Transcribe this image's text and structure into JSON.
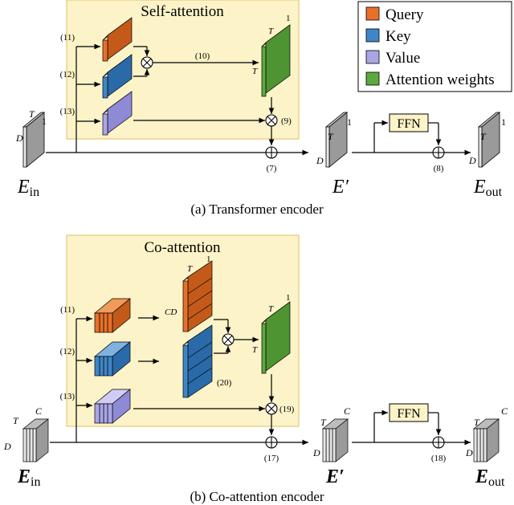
{
  "legend": {
    "items": [
      {
        "label": "Query",
        "color": "#e8702a"
      },
      {
        "label": "Key",
        "color": "#3f86c8"
      },
      {
        "label": "Value",
        "color": "#a9a6e6"
      },
      {
        "label": "Attention weights",
        "color": "#5da83f"
      }
    ]
  },
  "colors": {
    "panel_fill": "#fdf3c8",
    "panel_border": "#e7c77a",
    "grey_block": "#bdbdbd",
    "ffn_fill": "#fdf3c8"
  },
  "top": {
    "panel_title": "Self-attention",
    "eq_q": "(11)",
    "eq_k": "(12)",
    "eq_v": "(13)",
    "eq_qk": "(10)",
    "eq_av": "(9)",
    "eq_res": "(7)",
    "eq_ffn": "(8)",
    "ffn": "FFN",
    "caption": "(a) Transformer encoder",
    "in_D": "D",
    "in_T": "T",
    "in_1": "1",
    "att_T_top": "T",
    "att_T_side": "T",
    "att_1": "1",
    "mid_D": "D",
    "mid_T": "T",
    "mid_1": "1",
    "out_D": "D",
    "out_T": "T",
    "out_1": "1",
    "label_in_base": "E",
    "label_in_sub": "in",
    "label_mid": "E′",
    "label_out_base": "E",
    "label_out_sub": "out"
  },
  "bottom": {
    "panel_title": "Co-attention",
    "eq_q": "(11)",
    "eq_k": "(12)",
    "eq_v": "(13)",
    "eq_reshape": "(20)",
    "eq_av": "(19)",
    "eq_res": "(17)",
    "eq_ffn": "(18)",
    "ffn": "FFN",
    "caption": "(b) Co-attention encoder",
    "in_D": "D",
    "in_T": "T",
    "in_C": "C",
    "cd_T": "T",
    "cd_1": "1",
    "cd_CD": "CD",
    "att_T_top": "T",
    "att_T_side": "T",
    "att_1": "1",
    "mid_D": "D",
    "mid_T": "T",
    "mid_C": "C",
    "out_D": "D",
    "out_T": "T",
    "out_C": "C",
    "label_in_base": "E",
    "label_in_sub": "in",
    "label_mid": "E′",
    "label_out_base": "E",
    "label_out_sub": "out"
  }
}
